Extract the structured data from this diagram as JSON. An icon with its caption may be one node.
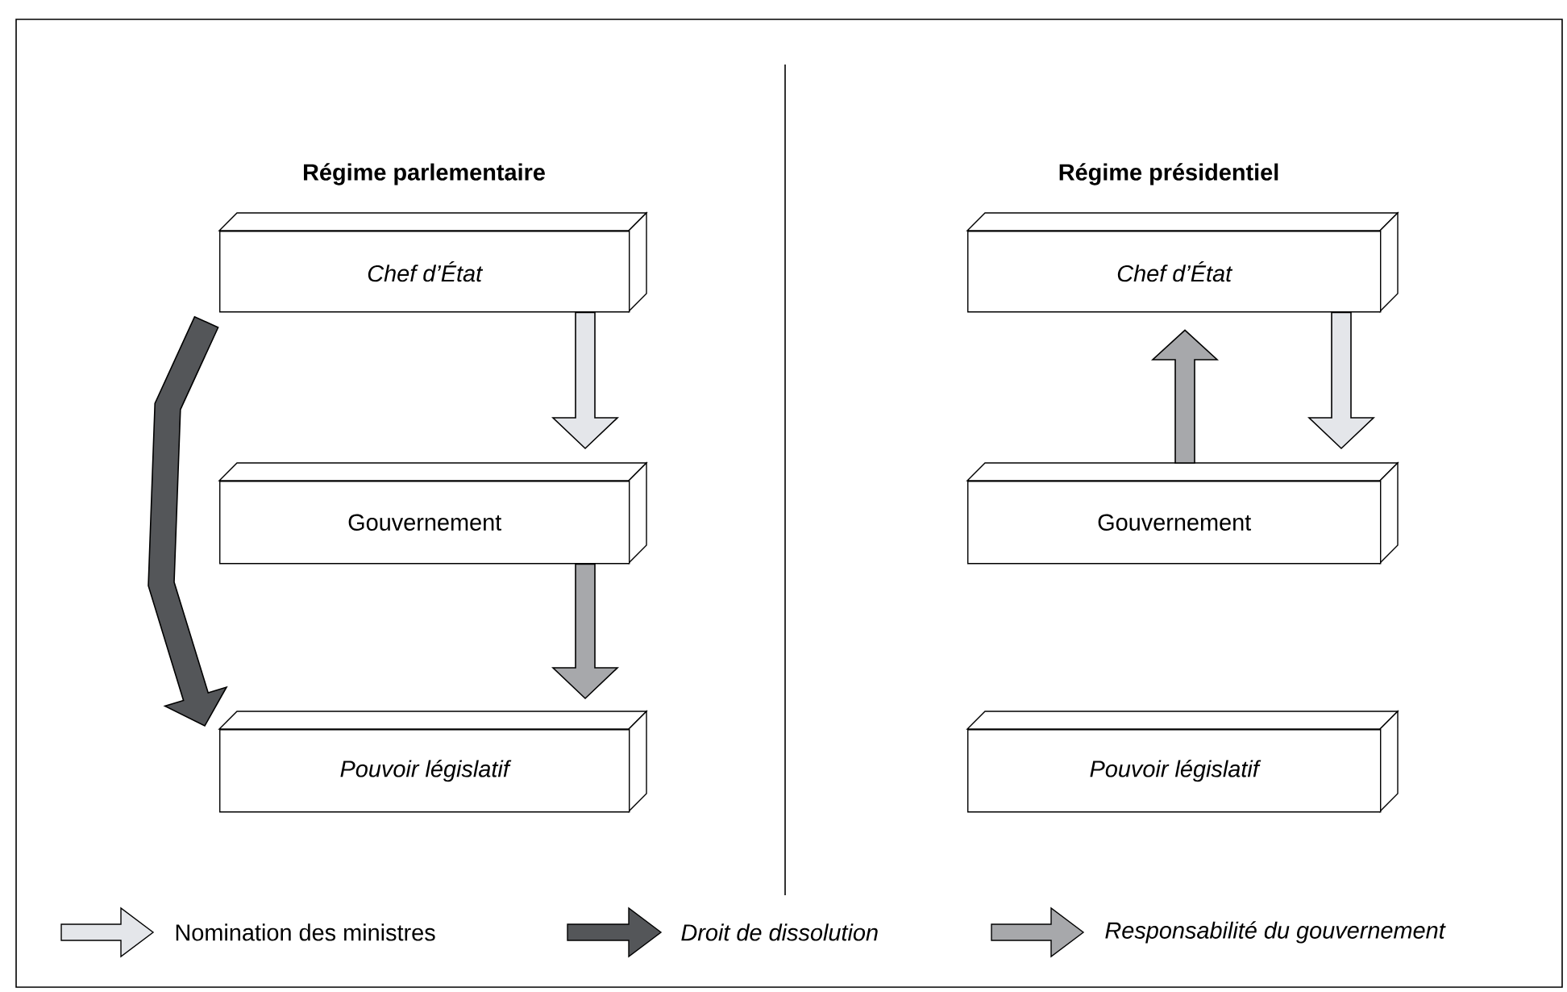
{
  "diagram": {
    "nodes": [
      {
        "text": [
          "Chef d’État"
        ]
      },
      {
        "text": [
          "Gouvernement"
        ]
      },
      {
        "text": [
          "Pouvoir législatif"
        ]
      },
      {
        "text": [
          "Chef d’État"
        ]
      },
      {
        "text": [
          "Gouvernement"
        ]
      },
      {
        "text": [
          "Pouvoir législatif"
        ]
      }
    ],
    "edges": [
      {
        "from": 0,
        "to": 1,
        "arrow": "to",
        "color": "#e4e6ea"
      },
      {
        "from": 1,
        "to": 2,
        "arrow": "to",
        "color": "#a7a8ab"
      },
      {
        "from": 0,
        "to": 2,
        "arrow": "to",
        "color": "#545659"
      },
      {
        "from": 4,
        "to": 3,
        "arrow": "to",
        "color": "#a7a8ab"
      },
      {
        "from": 3,
        "to": 4,
        "arrow": "to",
        "color": "#e4e6ea"
      }
    ],
    "labels": [
      "Régime parlementaire",
      "Régime présidentiel"
    ],
    "legend": [
      {
        "text": "Nomination des ministres",
        "color": "#e4e6ea"
      },
      {
        "text": "Droit de dissolution",
        "color": "#545659"
      },
      {
        "text": "Responsabilité du gouvernement",
        "color": "#a7a8ab"
      }
    ]
  }
}
